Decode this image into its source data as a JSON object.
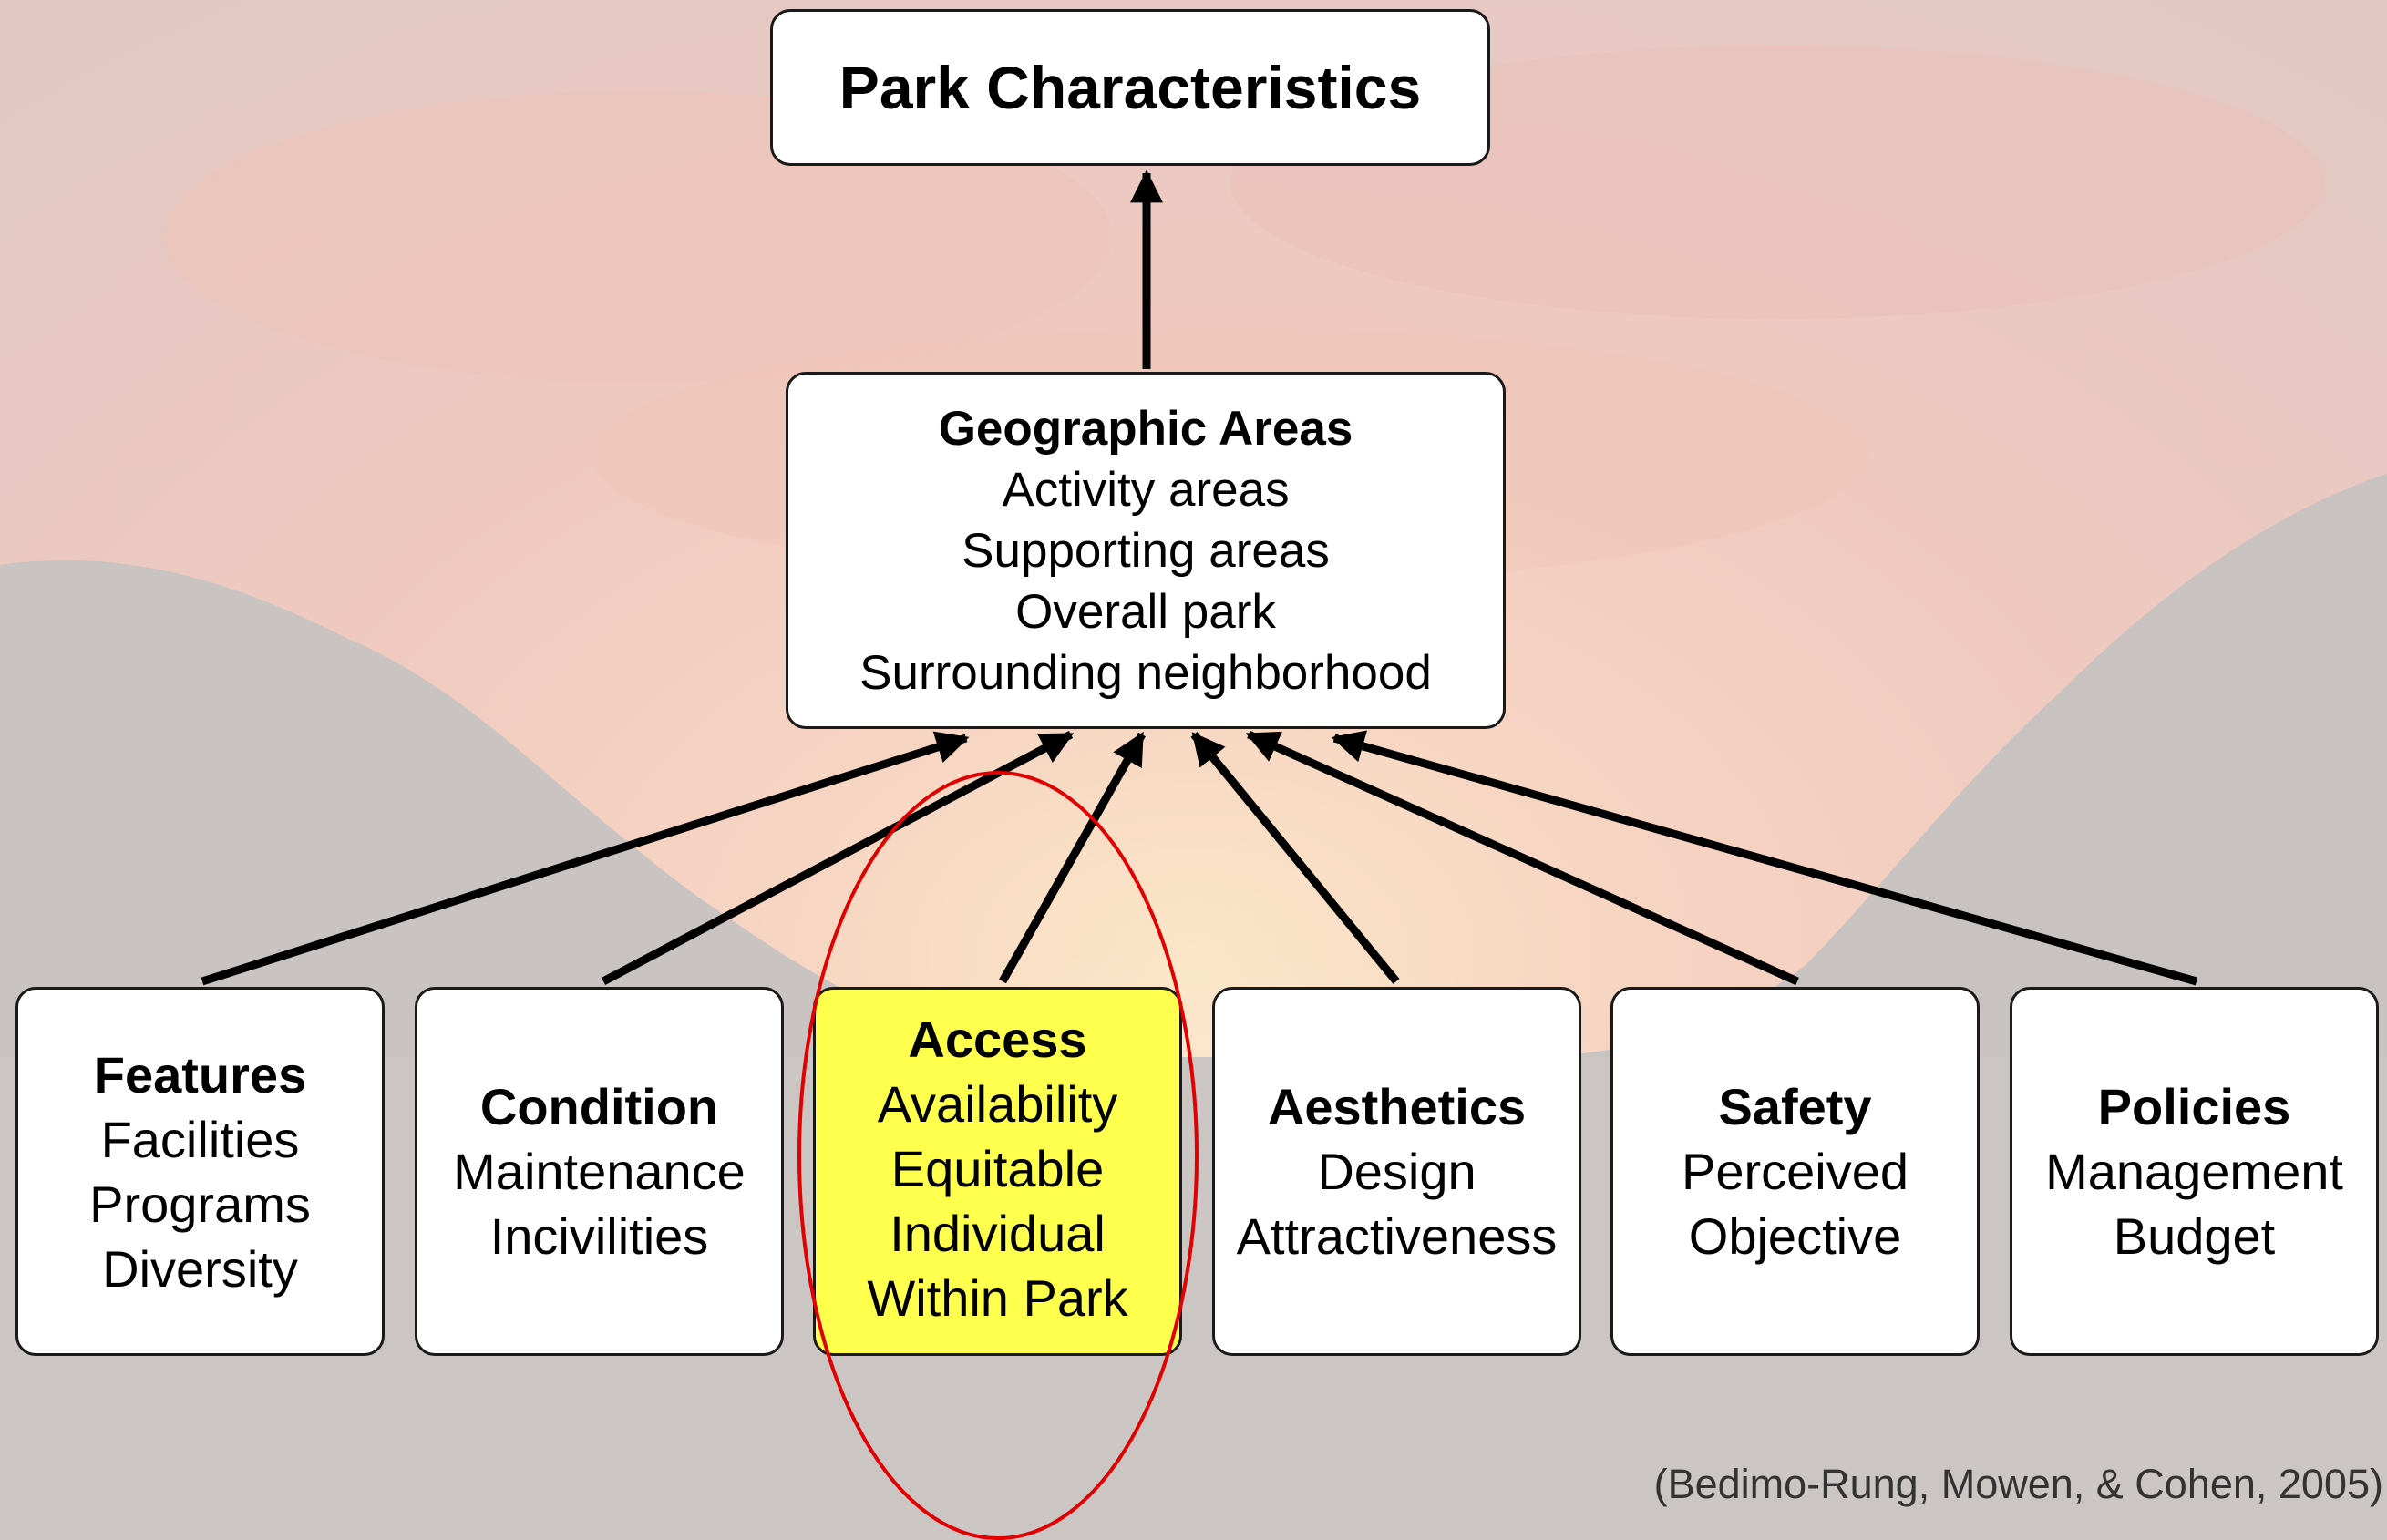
{
  "diagram": {
    "top": {
      "title": "Park Characteristics"
    },
    "geographic": {
      "title": "Geographic Areas",
      "items": [
        "Activity areas",
        "Supporting areas",
        "Overall park",
        "Surrounding neighborhood"
      ]
    },
    "categories": [
      {
        "title": "Features",
        "items": [
          "Facilities",
          "Programs",
          "Diversity"
        ]
      },
      {
        "title": "Condition",
        "items": [
          "Maintenance",
          "Incivilities"
        ]
      },
      {
        "title": "Access",
        "items": [
          "Availability",
          "Equitable",
          "Individual",
          "Within Park"
        ],
        "highlighted": true
      },
      {
        "title": "Aesthetics",
        "items": [
          "Design",
          "Attractiveness"
        ]
      },
      {
        "title": "Safety",
        "items": [
          "Perceived",
          "Objective"
        ]
      },
      {
        "title": "Policies",
        "items": [
          "Management",
          "Budget"
        ]
      }
    ],
    "citation": "(Bedimo-Rung, Mowen, & Cohen, 2005)",
    "colors": {
      "highlight_fill": "#ffff4d",
      "highlight_ellipse": "#e00000",
      "arrow": "#000000"
    }
  }
}
